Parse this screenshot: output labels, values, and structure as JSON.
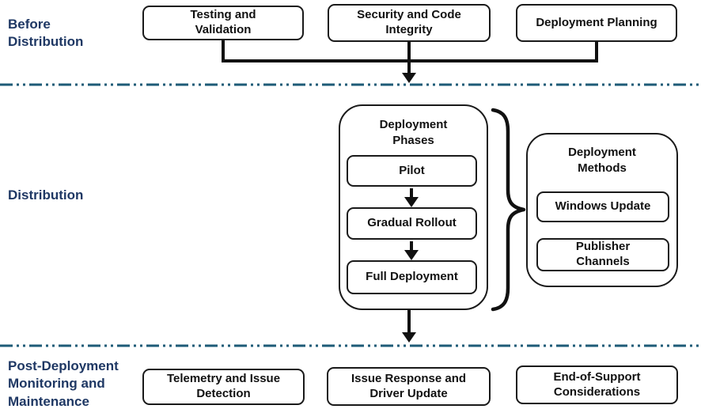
{
  "colors": {
    "section_label": "#1F3864",
    "divider": "#1E5B77",
    "node_border": "#1A1A1A"
  },
  "section_labels": {
    "before": "Before\nDistribution",
    "distribution": "Distribution",
    "post": "Post-Deployment\nMonitoring and\nMaintenance"
  },
  "before_boxes": [
    "Testing and\nValidation",
    "Security and Code\nIntegrity",
    "Deployment Planning"
  ],
  "deployment_phases": {
    "title": "Deployment\nPhases",
    "steps": [
      "Pilot",
      "Gradual Rollout",
      "Full Deployment"
    ]
  },
  "deployment_methods": {
    "title": "Deployment\nMethods",
    "items": [
      "Windows Update",
      "Publisher\nChannels"
    ]
  },
  "post_boxes": [
    "Telemetry and Issue\nDetection",
    "Issue Response and\nDriver Update",
    "End-of-Support\nConsiderations"
  ]
}
